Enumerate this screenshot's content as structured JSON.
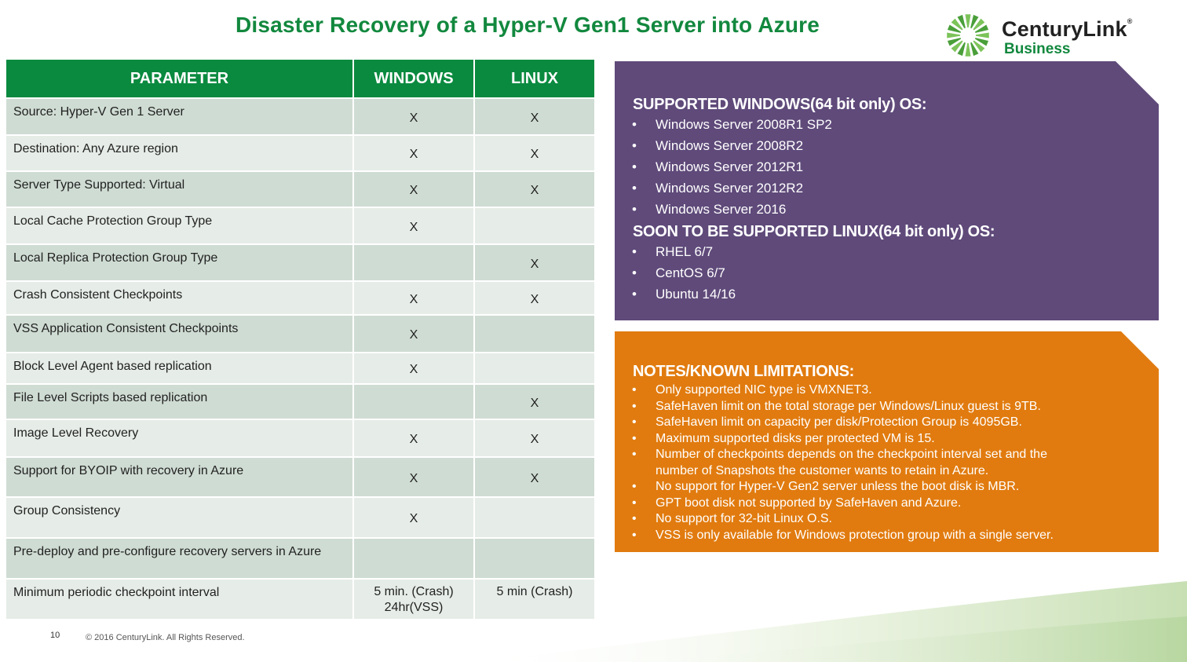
{
  "title": "Disaster Recovery of a Hyper-V Gen1 Server into Azure",
  "logo": {
    "name": "CenturyLink",
    "sub": "Business",
    "reg": "®"
  },
  "table": {
    "headers": [
      "PARAMETER",
      "WINDOWS",
      "LINUX"
    ],
    "rows": [
      {
        "param": "Source: Hyper-V Gen 1 Server",
        "windows": "X",
        "linux": "X"
      },
      {
        "param": "Destination: Any Azure region",
        "windows": "X",
        "linux": "X"
      },
      {
        "param": "Server Type Supported: Virtual",
        "windows": "X",
        "linux": "X"
      },
      {
        "param": "Local Cache Protection Group Type",
        "windows": "X",
        "linux": ""
      },
      {
        "param": "Local Replica Protection Group Type",
        "windows": "",
        "linux": "X"
      },
      {
        "param": "Crash Consistent Checkpoints",
        "windows": "X",
        "linux": "X"
      },
      {
        "param": "VSS Application Consistent Checkpoints",
        "windows": "X",
        "linux": ""
      },
      {
        "param": "Block Level Agent based replication",
        "windows": "X",
        "linux": ""
      },
      {
        "param": "File Level Scripts based replication",
        "windows": "",
        "linux": "X"
      },
      {
        "param": "Image Level Recovery",
        "windows": "X",
        "linux": "X"
      },
      {
        "param": "Support for BYOIP with recovery in Azure",
        "windows": "X",
        "linux": "X"
      },
      {
        "param": "Group Consistency",
        "windows": "X",
        "linux": ""
      },
      {
        "param": "Pre-deploy and pre-configure recovery servers in Azure",
        "windows": "",
        "linux": ""
      },
      {
        "param": "Minimum periodic checkpoint interval",
        "windows_line1": "5 min. (Crash)",
        "windows_line2": "24hr(VSS)",
        "linux": "5 min (Crash)"
      }
    ]
  },
  "supported": {
    "windows_title": "SUPPORTED WINDOWS(64 bit only) OS:",
    "windows_items": [
      "Windows Server 2008R1 SP2",
      "Windows Server 2008R2",
      "Windows Server 2012R1",
      "Windows Server 2012R2",
      "Windows Server 2016"
    ],
    "linux_title": "SOON TO BE SUPPORTED LINUX(64 bit only) OS:",
    "linux_items": [
      "RHEL 6/7",
      "CentOS 6/7",
      "Ubuntu 14/16"
    ]
  },
  "notes": {
    "title": "NOTES/KNOWN LIMITATIONS:",
    "items": [
      "Only supported NIC type is VMXNET3.",
      "SafeHaven limit on the total storage per Windows/Linux guest is 9TB.",
      "SafeHaven limit on capacity per disk/Protection Group is 4095GB.",
      "Maximum supported disks per protected VM is 15.",
      "Number of checkpoints depends on the checkpoint interval set and   the number of Snapshots the customer wants to retain in Azure.",
      "No support for Hyper-V Gen2 server unless the boot disk is MBR.",
      "GPT boot disk not supported by SafeHaven and Azure.",
      "No support for 32-bit Linux O.S.",
      "VSS is only available for Windows protection group with a single server."
    ]
  },
  "footer": {
    "page_number": "10",
    "copyright": "© 2016 CenturyLink. All Rights Reserved."
  },
  "colors": {
    "green": "#12883e",
    "header_green": "#0a8a3f",
    "purple": "#5f4a7a",
    "orange": "#e17b0f",
    "row_dark": "#cfdcd3",
    "row_light": "#e6ece7"
  },
  "icons": {
    "logo_mark": "centurylink-sunburst-icon"
  }
}
